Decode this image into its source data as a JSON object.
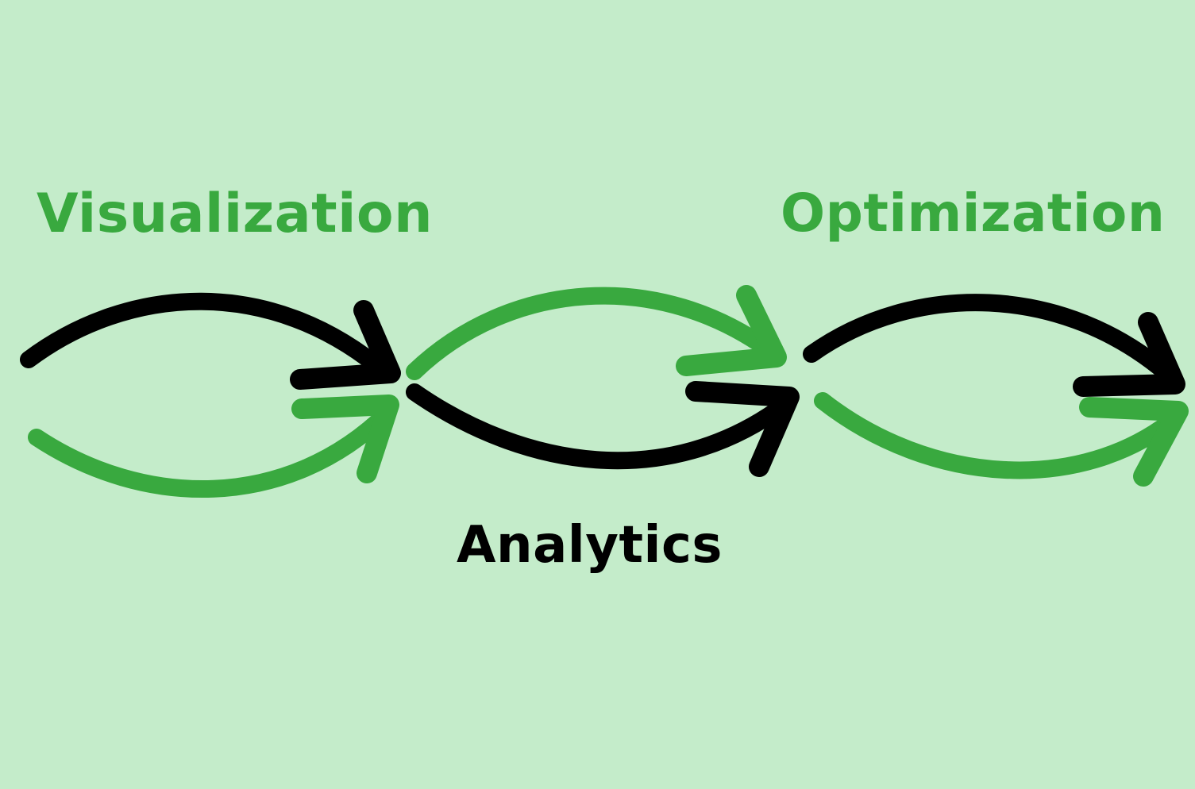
{
  "colors": {
    "background": "#C4ECCA",
    "green": "#39A93F",
    "black": "#000000"
  },
  "labels": {
    "visualization": "Visualization",
    "analytics": "Analytics",
    "optimization": "Optimization"
  },
  "arrows": [
    {
      "name": "arrow-1-top",
      "color": "black"
    },
    {
      "name": "arrow-1-bottom",
      "color": "green"
    },
    {
      "name": "arrow-2-top",
      "color": "green"
    },
    {
      "name": "arrow-2-bottom",
      "color": "black"
    },
    {
      "name": "arrow-3-top",
      "color": "black"
    },
    {
      "name": "arrow-3-bottom",
      "color": "green"
    }
  ]
}
